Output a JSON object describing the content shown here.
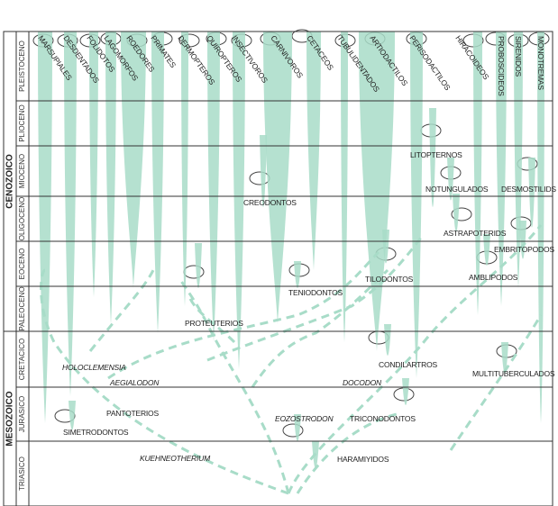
{
  "eras": [
    {
      "name": "CENOZOICO"
    },
    {
      "name": "MESOZOICO"
    }
  ],
  "periods": [
    "PLEISTOCENO",
    "PLIOCENO",
    "MIOCENO",
    "OLIGOCENO",
    "EOCENO",
    "PALEOCENO",
    "CRETACICO",
    "JURASICO",
    "TRIASICO"
  ],
  "lineages": [
    "MARSUPIALES",
    "DESDENTADOS",
    "FOLIDOTOS",
    "LAGOMORFOS",
    "ROEDORES",
    "PRIMATES",
    "DERMOPTEROS",
    "QUIROPTEROS",
    "INSECTIVOROS",
    "CARNIVOROS",
    "CETACEOS",
    "TUBULIDENTADOS",
    "ARTIODACTILOS",
    "PERISODACTILOS",
    "HIRACOIDEOS",
    "PROBOSCIDEOS",
    "SIRENIDOS",
    "MONOTREMAS"
  ],
  "extinct_groups": [
    "LITOPTERNOS",
    "NOTUNGULADOS",
    "DESMOSTILIDS",
    "CREODONTOS",
    "ASTRAPOTERIDS",
    "EMBRITOPODOS",
    "TILODONTOS",
    "AMBLIPODOS",
    "TENIODONTOS",
    "PROTEUTERIOS",
    "CONDILARTROS",
    "MULTITUBERCULADOS",
    "TRICONODONTOS",
    "PANTOTERIOS",
    "SIMETRODONTOS",
    "HARAMIYIDOS"
  ],
  "genera": [
    "HOLOCLEMENSIA",
    "AEGIALODON",
    "DOCODON",
    "EOZOSTRODON",
    "KUEHNEOTHERIUM"
  ],
  "colors": {
    "lineage": "#a8dcc8",
    "lines": "#333333"
  }
}
